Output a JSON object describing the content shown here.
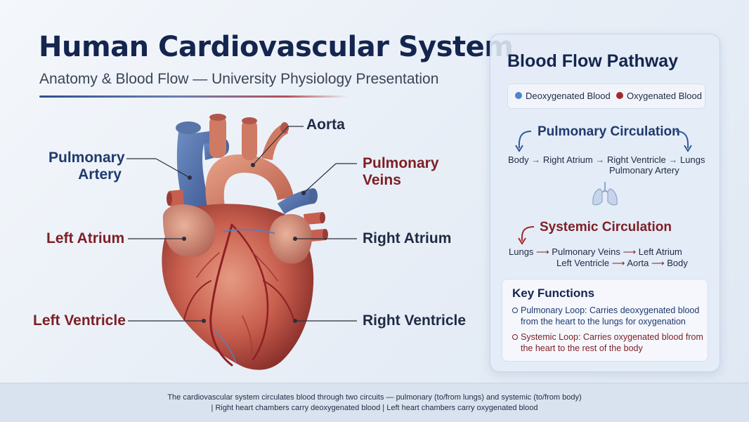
{
  "header": {
    "title": "Human Cardiovascular System",
    "subtitle": "Anatomy & Blood Flow — University Physiology Presentation"
  },
  "diagram": {
    "labels": {
      "aorta": "Aorta",
      "pulmonary_artery_line1": "Pulmonary",
      "pulmonary_artery_line2": "Artery",
      "pulmonary_veins_line1": "Pulmonary",
      "pulmonary_veins_line2": "Veins",
      "left_atrium": "Left Atrium",
      "right_atrium": "Right Atrium",
      "left_ventricle": "Left Ventricle",
      "right_ventricle": "Right Ventricle"
    }
  },
  "panel": {
    "title": "Blood Flow Pathway",
    "legend": {
      "deoxygenated": "Deoxygenated Blood",
      "oxygenated": "Oxygenated Blood"
    },
    "pulmonary": {
      "title": "Pulmonary Circulation",
      "flow": [
        "Body",
        "Right Atrium",
        "Right Ventricle",
        "Lungs"
      ],
      "flow_sub": "Pulmonary Artery"
    },
    "systemic": {
      "title": "Systemic Circulation",
      "flow_line1": [
        "Lungs",
        "Pulmonary Veins",
        "Left Atrium"
      ],
      "flow_line2": [
        "Left Ventricle",
        "Aorta",
        "Body"
      ]
    },
    "key_functions": {
      "title": "Key Functions",
      "items": [
        "Pulmonary Loop: Carries deoxygenated blood from the heart to the lungs for oxygenation",
        "Systemic Loop: Carries oxygenated blood from the heart to the rest of the body"
      ]
    }
  },
  "footer": {
    "line1": "The cardiovascular system circulates blood through two circuits — pulmonary (to/from lungs) and systemic (to/from body)",
    "line2": "| Right heart chambers carry deoxygenated blood | Left heart chambers carry oxygenated blood"
  },
  "colors": {
    "title_navy": "#14264f",
    "deoxygenated_blue": "#4a86c8",
    "oxygenated_red": "#a5272d",
    "label_red": "#7d1f24"
  }
}
